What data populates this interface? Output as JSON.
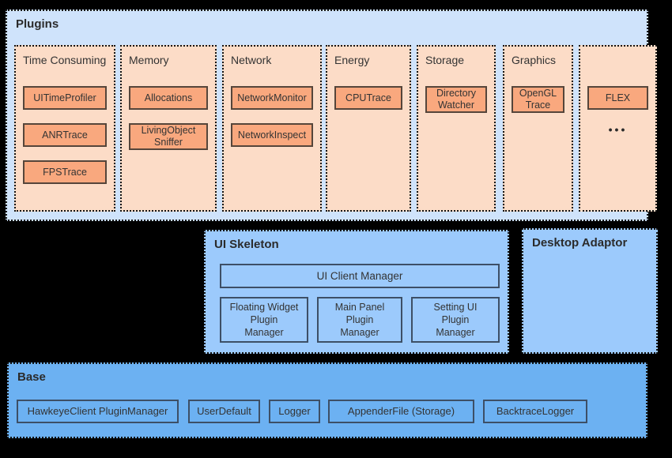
{
  "plugins": {
    "title": "Plugins",
    "columns": [
      {
        "title": "Time Consuming",
        "items": [
          "UITimeProfiler",
          "ANRTrace",
          "FPSTrace"
        ]
      },
      {
        "title": "Memory",
        "items": [
          "Allocations",
          "LivingObject\nSniffer"
        ]
      },
      {
        "title": "Network",
        "items": [
          "NetworkMonitor",
          "NetworkInspect"
        ]
      },
      {
        "title": "Energy",
        "items": [
          "CPUTrace"
        ]
      },
      {
        "title": "Storage",
        "items": [
          "Directory\nWatcher"
        ]
      },
      {
        "title": "Graphics",
        "items": [
          "OpenGL\nTrace"
        ]
      },
      {
        "title": "",
        "items": [
          "FLEX"
        ],
        "more_indicator": "•••"
      }
    ]
  },
  "ui_skeleton": {
    "title": "UI Skeleton",
    "client_manager_label": "UI Client Manager",
    "managers": [
      "Floating Widget\nPlugin\nManager",
      "Main Panel\nPlugin\nManager",
      "Setting UI\nPlugin\nManager"
    ]
  },
  "desktop_adaptor": {
    "title": "Desktop Adaptor"
  },
  "base": {
    "title": "Base",
    "items": [
      "HawkeyeClient PluginManager",
      "UserDefault",
      "Logger",
      "AppenderFile (Storage)",
      "BacktraceLogger"
    ]
  },
  "colors": {
    "page_background": "#000000",
    "plugins_bg": "#cfe3fb",
    "plugin_column_bg": "#fcdcc7",
    "orange_node_bg": "#f9a87e",
    "orange_node_border": "#55453a",
    "skeleton_bg": "#9ccafc",
    "base_bg": "#6cb1f2",
    "blue_node_border": "#3d4f66",
    "dotted_border": "#141414",
    "text": "#333333"
  }
}
